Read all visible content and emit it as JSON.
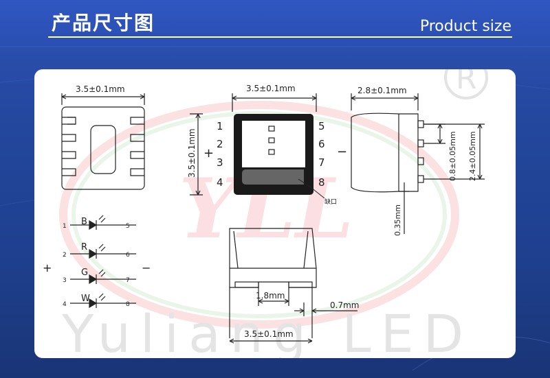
{
  "header": {
    "title_cn": "产品尺寸图",
    "title_en": "Product size"
  },
  "watermark": {
    "logo_letters": "YLL",
    "registered_mark": "R",
    "brand_text": "Yuliang LED"
  },
  "top_view": {
    "width_label": "3.5±0.1mm"
  },
  "center_view": {
    "width_label": "3.5±0.1mm",
    "height_label": "3.5±0.1mm",
    "plus": "+",
    "minus": "−",
    "pins_left": [
      "1",
      "2",
      "3",
      "4"
    ],
    "pins_right": [
      "5",
      "6",
      "7",
      "8"
    ],
    "notch_label": "缺口"
  },
  "side_view": {
    "width_label": "2.8±0.1mm",
    "pitch_label": "0.8±0.05mm",
    "span_label": "2.4±0.05mm",
    "thickness_label": "0.35mm"
  },
  "circuit": {
    "plus": "+",
    "minus": "−",
    "rows": [
      {
        "left_pin": "1",
        "color": "B",
        "right_pin": "5"
      },
      {
        "left_pin": "2",
        "color": "R",
        "right_pin": "6"
      },
      {
        "left_pin": "3",
        "color": "G",
        "right_pin": "7"
      },
      {
        "left_pin": "4",
        "color": "W",
        "right_pin": "8"
      }
    ]
  },
  "bottom_view": {
    "pad_width_label": "1.8mm",
    "gap_label": "0.7mm",
    "width_label": "3.5±0.1mm"
  }
}
